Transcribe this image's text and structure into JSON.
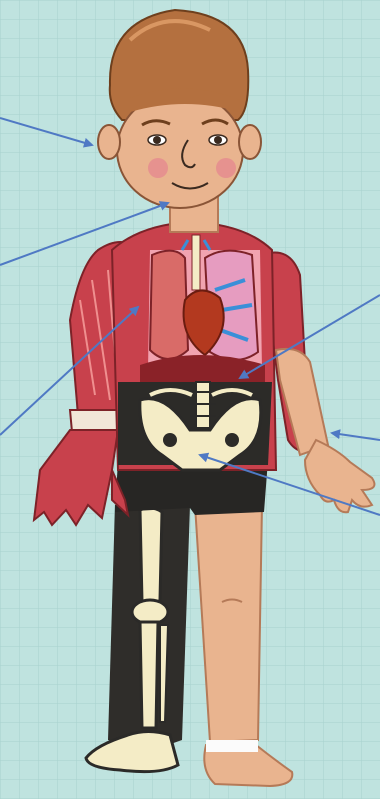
{
  "theme": {
    "background": "#bfe3df",
    "grid_line": "#a7d2cd",
    "arrow": "#4f79c4",
    "skin": "#e9b48f",
    "skin_shade": "#d39774",
    "hair": "#b4703f",
    "muscle": "#c8414c",
    "lung": "#d96b68",
    "heart": "#b3391f",
    "bone": "#f4ecc6",
    "bone_outline": "#2b2a28",
    "shorts": "#272624"
  },
  "diagram": {
    "layers": [
      {
        "name": "skin",
        "icon": "skin-layer-icon"
      },
      {
        "name": "muscles",
        "icon": "muscle-layer-icon"
      },
      {
        "name": "organs",
        "icon": "organ-layer-icon"
      },
      {
        "name": "skeleton",
        "icon": "skeleton-layer-icon"
      }
    ],
    "pointer_arrows": [
      {
        "target": "ear"
      },
      {
        "target": "neck"
      },
      {
        "target": "lungs"
      },
      {
        "target": "diaphragm"
      },
      {
        "target": "forearm"
      },
      {
        "target": "pelvis"
      }
    ]
  }
}
